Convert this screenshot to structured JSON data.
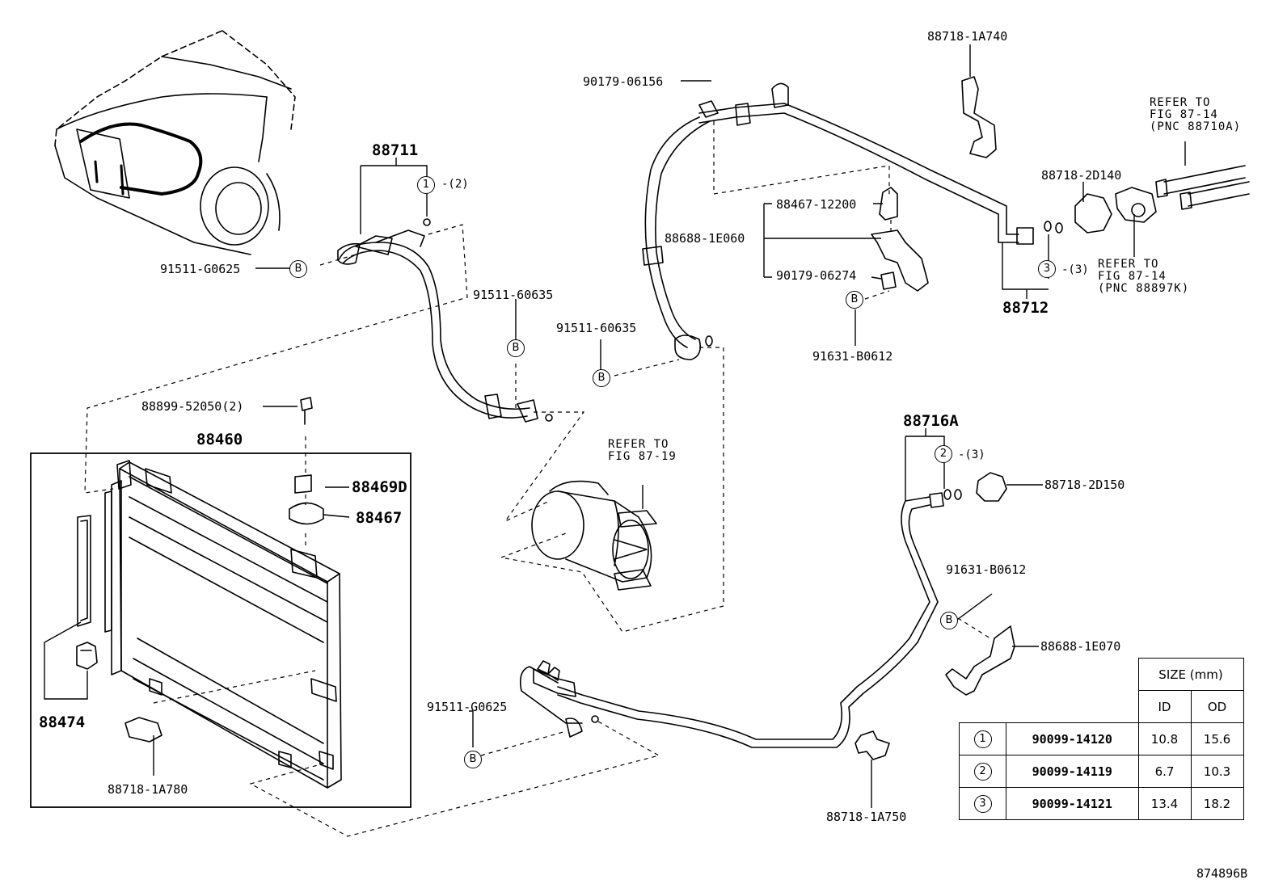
{
  "labels": {
    "p88711": "88711",
    "p88712": "88712",
    "p88716a": "88716A",
    "p88460": "88460",
    "p88474": "88474",
    "p88469d": "88469D",
    "p88467": "88467",
    "p88718_1a740": "88718-1A740",
    "p90179_06156": "90179-06156",
    "p88467_12200": "88467-12200",
    "p88688_1e060": "88688-1E060",
    "p90179_06274": "90179-06274",
    "p91631_b0612_top": "91631-B0612",
    "p88718_2d140": "88718-2D140",
    "p91511_g0625_top": "91511-G0625",
    "p91511_60635_a": "91511-60635",
    "p91511_60635_b": "91511-60635",
    "p88899_52050": "88899-52050(2)",
    "p88718_2d150": "88718-2D150",
    "p91631_b0612_bottom": "91631-B0612",
    "p88688_1e070": "88688-1E070",
    "p91511_g0625_bottom": "91511-G0625",
    "p88718_1a780": "88718-1A780",
    "p88718_1a750": "88718-1A750",
    "diagram_code": "874896B"
  },
  "refer_notes": {
    "fig8714_a": "REFER TO\nFIG 87-14\n(PNC 88710A)",
    "fig8714_b": "REFER TO\nFIG 87-14\n(PNC 88897K)",
    "fig8719": "REFER TO\nFIG 87-19"
  },
  "callouts": {
    "b": "B",
    "c1": "1",
    "c2": "2",
    "c3": "3",
    "q1": "-(2)",
    "q2": "-(3)",
    "q3": "-(3)"
  },
  "size_table": {
    "header": "SIZE (mm)",
    "col_id": "ID",
    "col_od": "OD",
    "rows": [
      {
        "ref": "1",
        "part": "90099-14120",
        "id": "10.8",
        "od": "15.6"
      },
      {
        "ref": "2",
        "part": "90099-14119",
        "id": "6.7",
        "od": "10.3"
      },
      {
        "ref": "3",
        "part": "90099-14121",
        "id": "13.4",
        "od": "18.2"
      }
    ]
  }
}
